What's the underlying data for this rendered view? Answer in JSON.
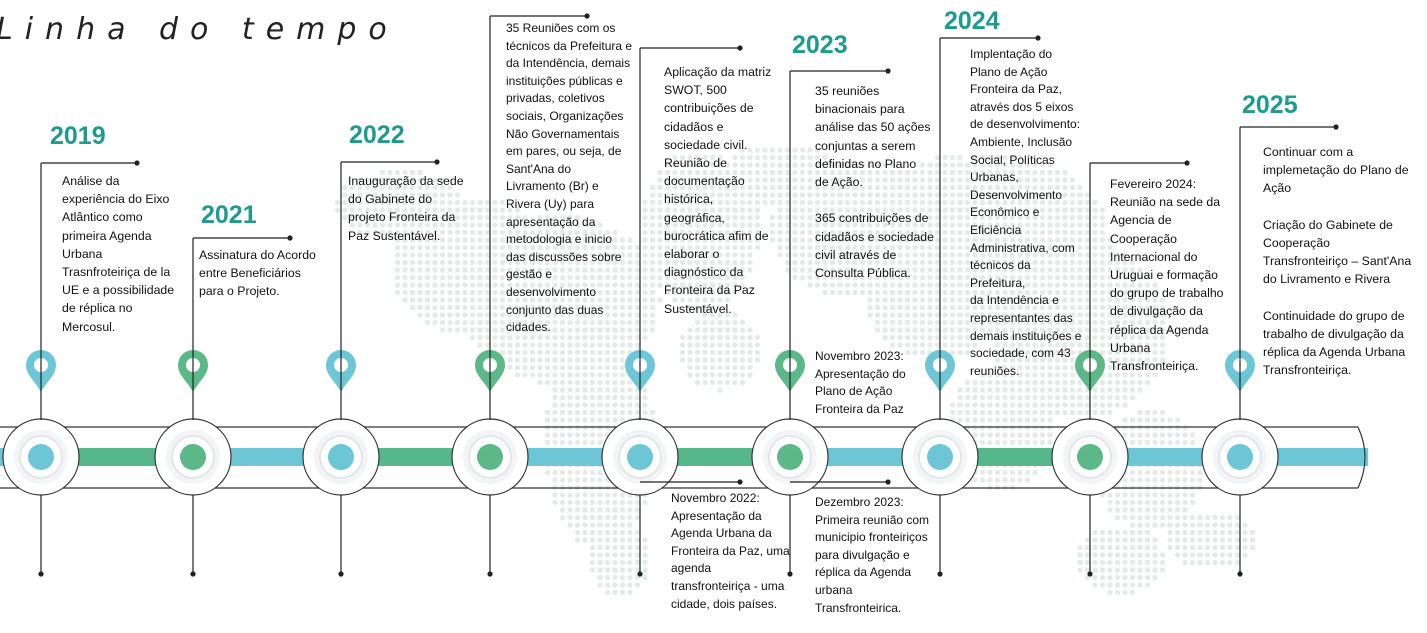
{
  "title": "Linha do tempo",
  "colors": {
    "teal": "#1e9a8f",
    "blue_bar": "#6cc6d6",
    "green_bar": "#55b78a",
    "pin_blue": "#6cc6d6",
    "pin_green": "#5cb887",
    "map_dots": "#e3ebe7"
  },
  "years": {
    "y2019": "2019",
    "y2021": "2021",
    "y2022": "2022",
    "y2023": "2023",
    "y2024": "2024",
    "y2025": "2025"
  },
  "texts": {
    "e2019": "Análise da\nexperiência do Eixo\nAtlântico como\nprimeira Agenda\nUrbana\nTrasnfroteiriça de la\nUE e a possibilidade\nde réplica no\nMercosul.",
    "e2021": "Assinatura do Acordo\nentre Beneficiários\npara o Projeto.",
    "e2022": "Inauguração da sede\ndo Gabinete do\nprojeto Fronteira da\nPaz Sustentável.",
    "e2022b": "35 Reuniões com os\ntécnicos da Prefeitura e\nda Intendência, demais\ninstituições públicas e\nprivadas, coletivos\nsociais, Organizações\nNão Governamentais\nem pares, ou seja, de\nSant'Ana do\nLivramento (Br) e\nRivera (Uy) para\napresentação da\nmetodologia e inicio\ndas discussões sobre\ngestão e\ndesenvolvimento\nconjunto das duas\ncidades.",
    "e2022c": "Aplicação da matriz\nSWOT, 500\ncontribuições de\ncidadãos e\nsociedade civil.\nReunião de\ndocumentação\nhistórica,\ngeográfica,\nburocrática afim de\nelaborar o\ndiagnóstico da\nFronteira da Paz\nSustentável.",
    "e2022d": "Novembro 2022:\nApresentação da\nAgenda Urbana da\nFronteira da Paz, uma\nagenda\ntransfronteiriça - uma\ncidade, dois países.",
    "e2023": "35 reuniões\nbinacionais para\nanálise das 50 ações\nconjuntas a serem\ndefinidas no Plano\nde Ação.\n\n365 contribuições de\ncidadãos e sociedade\ncivil através de\nConsulta Pública.",
    "e2023b": "Novembro 2023:\nApresentação do\nPlano de Ação\nFronteira da Paz",
    "e2023c": "Dezembro 2023:\nPrimeira reunião com\nmunicipio fronteiriços\npara divulgação e\nréplica da Agenda\nurbana\nTransfronteirica.",
    "e2024": "Implentação do\nPlano de Ação\nFronteira da Paz,\natravés dos 5 eixos\nde desenvolvimento:\nAmbiente, Inclusão\nSocial, Políticas\nUrbanas,\nDesenvolvimento\nEconômico e\nEficiência\nAdministrativa, com\ntécnicos da\nPrefeitura,\nda Intendência e\nrepresentantes das\ndemais instituições e\nsociedade, com 43\nreuniões.",
    "e2024b": "Fevereiro 2024:\nReunião na sede da\nAgencia de\nCooperação\nInternacional do\nUruguai e formação\ndo grupo de trabalho\nde divulgação da\nréplica da Agenda\nUrbana\nTransfronteiriça.",
    "e2025": "Continuar com a\nimplemetação do Plano de\nAção\n\nCriação do Gabinete de\nCooperação\nTransfronteiriço – Sant'Ana\ndo Livramento e Rivera\n\n Continuidade do grupo de\ntrabalho de divulgação da\nréplica da Agenda Urbana\nTransfronteiriça."
  },
  "nodes": [
    {
      "color": "blue"
    },
    {
      "color": "green"
    },
    {
      "color": "blue"
    },
    {
      "color": "green"
    },
    {
      "color": "blue"
    },
    {
      "color": "green"
    },
    {
      "color": "blue"
    },
    {
      "color": "green"
    },
    {
      "color": "blue"
    }
  ]
}
